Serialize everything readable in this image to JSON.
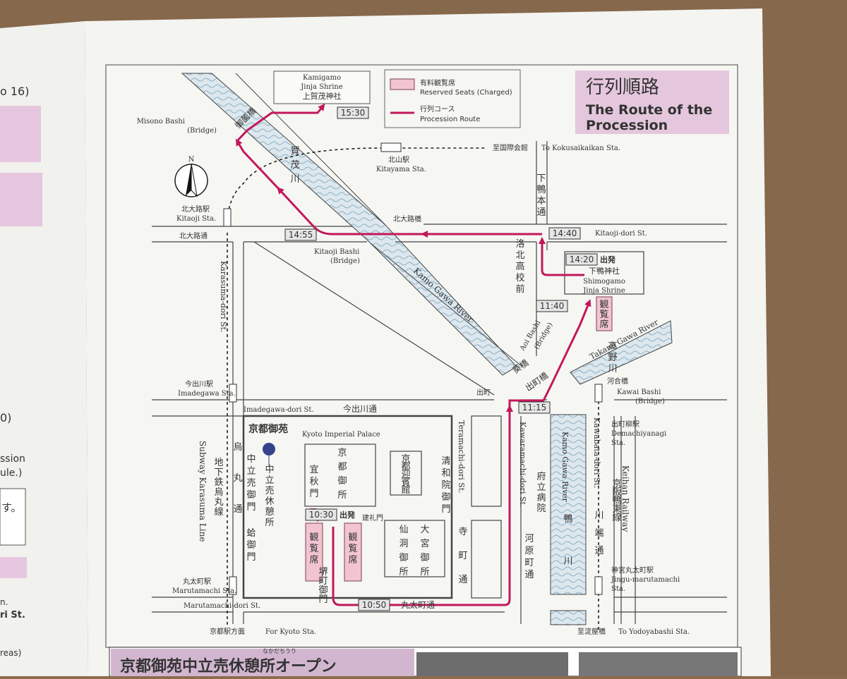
{
  "title": {
    "ja": "行列順路",
    "en_line1": "The Route of the",
    "en_line2": "Procession"
  },
  "legend": {
    "seats_ja": "有料観覧席",
    "seats_en": "Reserved Seats (Charged)",
    "route_ja": "行列コース",
    "route_en": "Procession Route"
  },
  "landmarks": {
    "kamigamo": [
      "Kamigamo",
      "Jinja Shrine",
      "上賀茂神社"
    ],
    "shimogamo_ja": "下鴨神社",
    "shimogamo_en1": "Shimogamo",
    "shimogamo_en2": "Jinja Shrine",
    "palace_ja": "京都御苑",
    "palace_en": "Kyoto Imperial Palace",
    "gosho": "京都御所",
    "geihinkan": "京都迎賓館",
    "sento": "仙洞御所",
    "omiya": "大宮御所",
    "kenreimon": "建礼門",
    "gishumon": "宜秋門",
    "sakaimachi": "堺町御門",
    "nakadachiuri": "中立売御門",
    "hamaguri": "蛤御門",
    "rest_area": "中立売休憩所",
    "hospital": "府立病院",
    "seats": "観覧席"
  },
  "times": [
    "15:30",
    "14:55",
    "14:40",
    "14:20",
    "11:40",
    "11:15",
    "10:30",
    "10:50"
  ],
  "start_label": "出発",
  "streets": {
    "kitaoji_ja": "北大路通",
    "kitaoji_en": "Kitaoji-dori St.",
    "imadegawa_ja": "今出川通",
    "imadegawa_en": "Imadegawa-dori St.",
    "marutamachi_ja": "丸太町通",
    "marutamachi_en": "Marutamachi-dori St.",
    "karasuma_en": "Karasuma-dori St.",
    "karasuma_ja": "烏丸通",
    "teramachi_en": "Teramachi-dori St.",
    "teramachi_ja": "寺町通",
    "kawaramachi_en": "Kawaramachi-dori St.",
    "kawaramachi_ja": "河原町通",
    "kawabata_en": "Kawabata-dori St.",
    "kawabata_ja": "川端通",
    "kawabata_ja2": "川端通",
    "shimogamo_hondori": "下鴨本通",
    "rakuhoku": "洛北高校前",
    "demachi": "出町",
    "kiyomachi": "清和院御門"
  },
  "bridges": {
    "misono_ja": "御薗橋",
    "misono_en1": "Misono Bashi",
    "misono_en2": "(Bridge)",
    "kitaoji_ja": "北大路橋",
    "kitaoji_en1": "Kitaoji Bashi",
    "kitaoji_en2": "(Bridge)",
    "aoi_ja": "葵橋",
    "aoi_en1": "Aoi Bashi",
    "aoi_en2": "(Bridge)",
    "kawai_ja": "河合橋",
    "kawai_en1": "Kawai Bashi",
    "kawai_en2": "(Bridge)",
    "demachi_ja": "出町橋"
  },
  "rivers": {
    "kamo_ja": "賀茂川",
    "kamo_en": "Kamo Gawa River",
    "kamo2_ja": "鴨川",
    "kamo2_en": "Kamo Gawa River",
    "takano_ja": "高野川",
    "takano_en": "Takano Gawa River"
  },
  "stations": {
    "kitayama_ja": "北山駅",
    "kitayama_en": "Kitayama Sta.",
    "kokusai_ja": "至国際会館",
    "kokusai_en": "To Kokusaikaikan Sta.",
    "kitaoji_ja": "北大路駅",
    "kitaoji_en": "Kitaoji Sta.",
    "imadegawa_ja": "今出川駅",
    "imadegawa_en": "Imadegawa Sta.",
    "marutamachi_ja": "丸太町駅",
    "marutamachi_en": "Marutamachi Sta.",
    "kyoto_ja": "京都駅方面",
    "kyoto_en": "For Kyoto Sta.",
    "demachiyanagi_ja": "出町柳駅",
    "demachiyanagi_en1": "Demachiyanagi",
    "demachiyanagi_en2": "Sta.",
    "jingu_ja": "神宮丸太町駅",
    "jingu_en1": "Jingu-marutamachi",
    "jingu_en2": "Sta.",
    "yodoyabashi_ja": "至淀屋橋",
    "yodoyabashi_en": "To Yodoyabashi Sta."
  },
  "lines": {
    "subway_en": "Subway Karasuma Line",
    "subway_ja": "地下鉄烏丸線",
    "keihan_en": "Keihan Railway",
    "keihan_ja": "京阪鴨東線"
  },
  "compass": "N",
  "banner": {
    "text": "京都御苑中立売休憩所オープン",
    "ruby": "なかだちうり"
  },
  "left_page": {
    "l1": "o 16)",
    "l2": "0)",
    "l3": "ssion",
    "l4": "ule.)",
    "l5": "す。",
    "l6": "n.",
    "l7": "ri St.",
    "l8": "reas)"
  },
  "colors": {
    "route": "#c2185b",
    "seats": "#f2c4d2",
    "title_bg": "#e6c6df",
    "river": "#dfe8ee"
  }
}
